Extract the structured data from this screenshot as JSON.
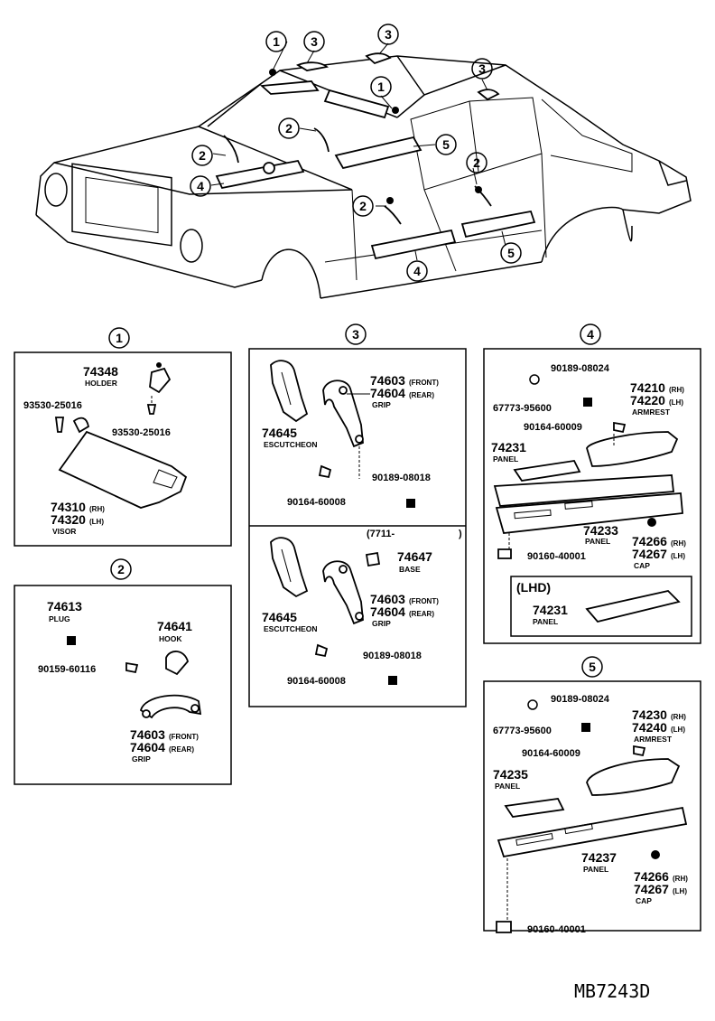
{
  "callouts": [
    "1",
    "2",
    "3",
    "4",
    "5"
  ],
  "overview": {
    "markers": [
      "1",
      "3",
      "3",
      "1",
      "3",
      "2",
      "5",
      "2",
      "2",
      "4",
      "2",
      "4",
      "5"
    ]
  },
  "panel1": {
    "number": "1",
    "holder_pn": "74348",
    "holder_lbl": "HOLDER",
    "screw_left": "93530-25016",
    "screw_right": "93530-25016",
    "visor_pn1": "74310",
    "visor_sfx1": "(RH)",
    "visor_pn2": "74320",
    "visor_sfx2": "(LH)",
    "visor_lbl": "VISOR"
  },
  "panel2": {
    "number": "2",
    "plug_pn": "74613",
    "plug_lbl": "PLUG",
    "hook_pn": "74641",
    "hook_lbl": "HOOK",
    "screw": "90159-60116",
    "grip_pn1": "74603",
    "grip_sfx1": "(FRONT)",
    "grip_pn2": "74604",
    "grip_sfx2": "(REAR)",
    "grip_lbl": "GRIP"
  },
  "panel3": {
    "number": "3",
    "top": {
      "grip_pn1": "74603",
      "grip_sfx1": "(FRONT)",
      "grip_pn2": "74604",
      "grip_sfx2": "(REAR)",
      "grip_lbl": "GRIP",
      "esc_pn": "74645",
      "esc_lbl": "ESCUTCHEON",
      "screw": "90164-60008",
      "nut": "90189-08018"
    },
    "bottom": {
      "date": "(7711-",
      "date_close": ")",
      "base_pn": "74647",
      "base_lbl": "BASE",
      "grip_pn1": "74603",
      "grip_sfx1": "(FRONT)",
      "grip_pn2": "74604",
      "grip_sfx2": "(REAR)",
      "grip_lbl": "GRIP",
      "esc_pn": "74645",
      "esc_lbl": "ESCUTCHEON",
      "screw": "90164-60008",
      "nut": "90189-08018"
    }
  },
  "panel4": {
    "number": "4",
    "nut": "90189-08024",
    "clip": "67773-95600",
    "arm_pn1": "74210",
    "arm_sfx1": "(RH)",
    "arm_pn2": "74220",
    "arm_sfx2": "(LH)",
    "arm_lbl": "ARMREST",
    "screw_top": "90164-60009",
    "panel_pn": "74231",
    "panel_lbl": "PANEL",
    "panel2_pn": "74233",
    "panel2_lbl": "PANEL",
    "cap_pn1": "74266",
    "cap_sfx1": "(RH)",
    "cap_pn2": "74267",
    "cap_sfx2": "(LH)",
    "cap_lbl": "CAP",
    "screw_bottom": "90160-40001",
    "lhd_title": "(LHD)",
    "lhd_pn": "74231",
    "lhd_lbl": "PANEL"
  },
  "panel5": {
    "number": "5",
    "nut": "90189-08024",
    "clip": "67773-95600",
    "arm_pn1": "74230",
    "arm_sfx1": "(RH)",
    "arm_pn2": "74240",
    "arm_sfx2": "(LH)",
    "arm_lbl": "ARMREST",
    "screw_top": "90164-60009",
    "panel_pn": "74235",
    "panel_lbl": "PANEL",
    "panel2_pn": "74237",
    "panel2_lbl": "PANEL",
    "cap_pn1": "74266",
    "cap_sfx1": "(RH)",
    "cap_pn2": "74267",
    "cap_sfx2": "(LH)",
    "cap_lbl": "CAP",
    "screw_bottom": "90160-40001"
  },
  "diagram_code": "MB7243D"
}
